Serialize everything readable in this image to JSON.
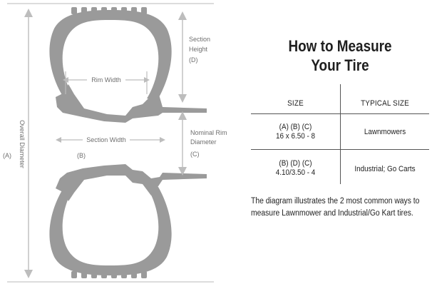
{
  "diagram": {
    "labels": {
      "section_height": [
        "Section",
        "Height",
        "(D)"
      ],
      "rim_width": "Rim Width",
      "nominal_rim_diameter": [
        "Nominal Rim",
        "Diameter",
        "(C)"
      ],
      "section_width": "Section Width",
      "b_marker": "(B)",
      "overall_diameter": "Overall Diameter",
      "a_marker": "(A)"
    }
  },
  "title": {
    "line1": "How to Measure",
    "line2": "Your Tire"
  },
  "table": {
    "headers": [
      "SIZE",
      "TYPICAL SIZE"
    ],
    "rows": [
      {
        "size_line1": "(A) (B) (C)",
        "size_line2": "16 x 6.50 - 8",
        "typical": "Lawnmowers"
      },
      {
        "size_line1": "(B) (D) (C)",
        "size_line2": "4.10/3.50 - 4",
        "typical": "Industrial; Go Carts"
      }
    ]
  },
  "caption": {
    "line1": "The diagram  illustrates the 2 most common ways to",
    "line2": "measure Lawnmower and Industrial/Go Kart tires."
  },
  "colors": {
    "tire_fill": "#9a9a9a",
    "arrow": "#bdbdbd",
    "label_text": "#6f6f6f",
    "table_lines": "#555555"
  }
}
